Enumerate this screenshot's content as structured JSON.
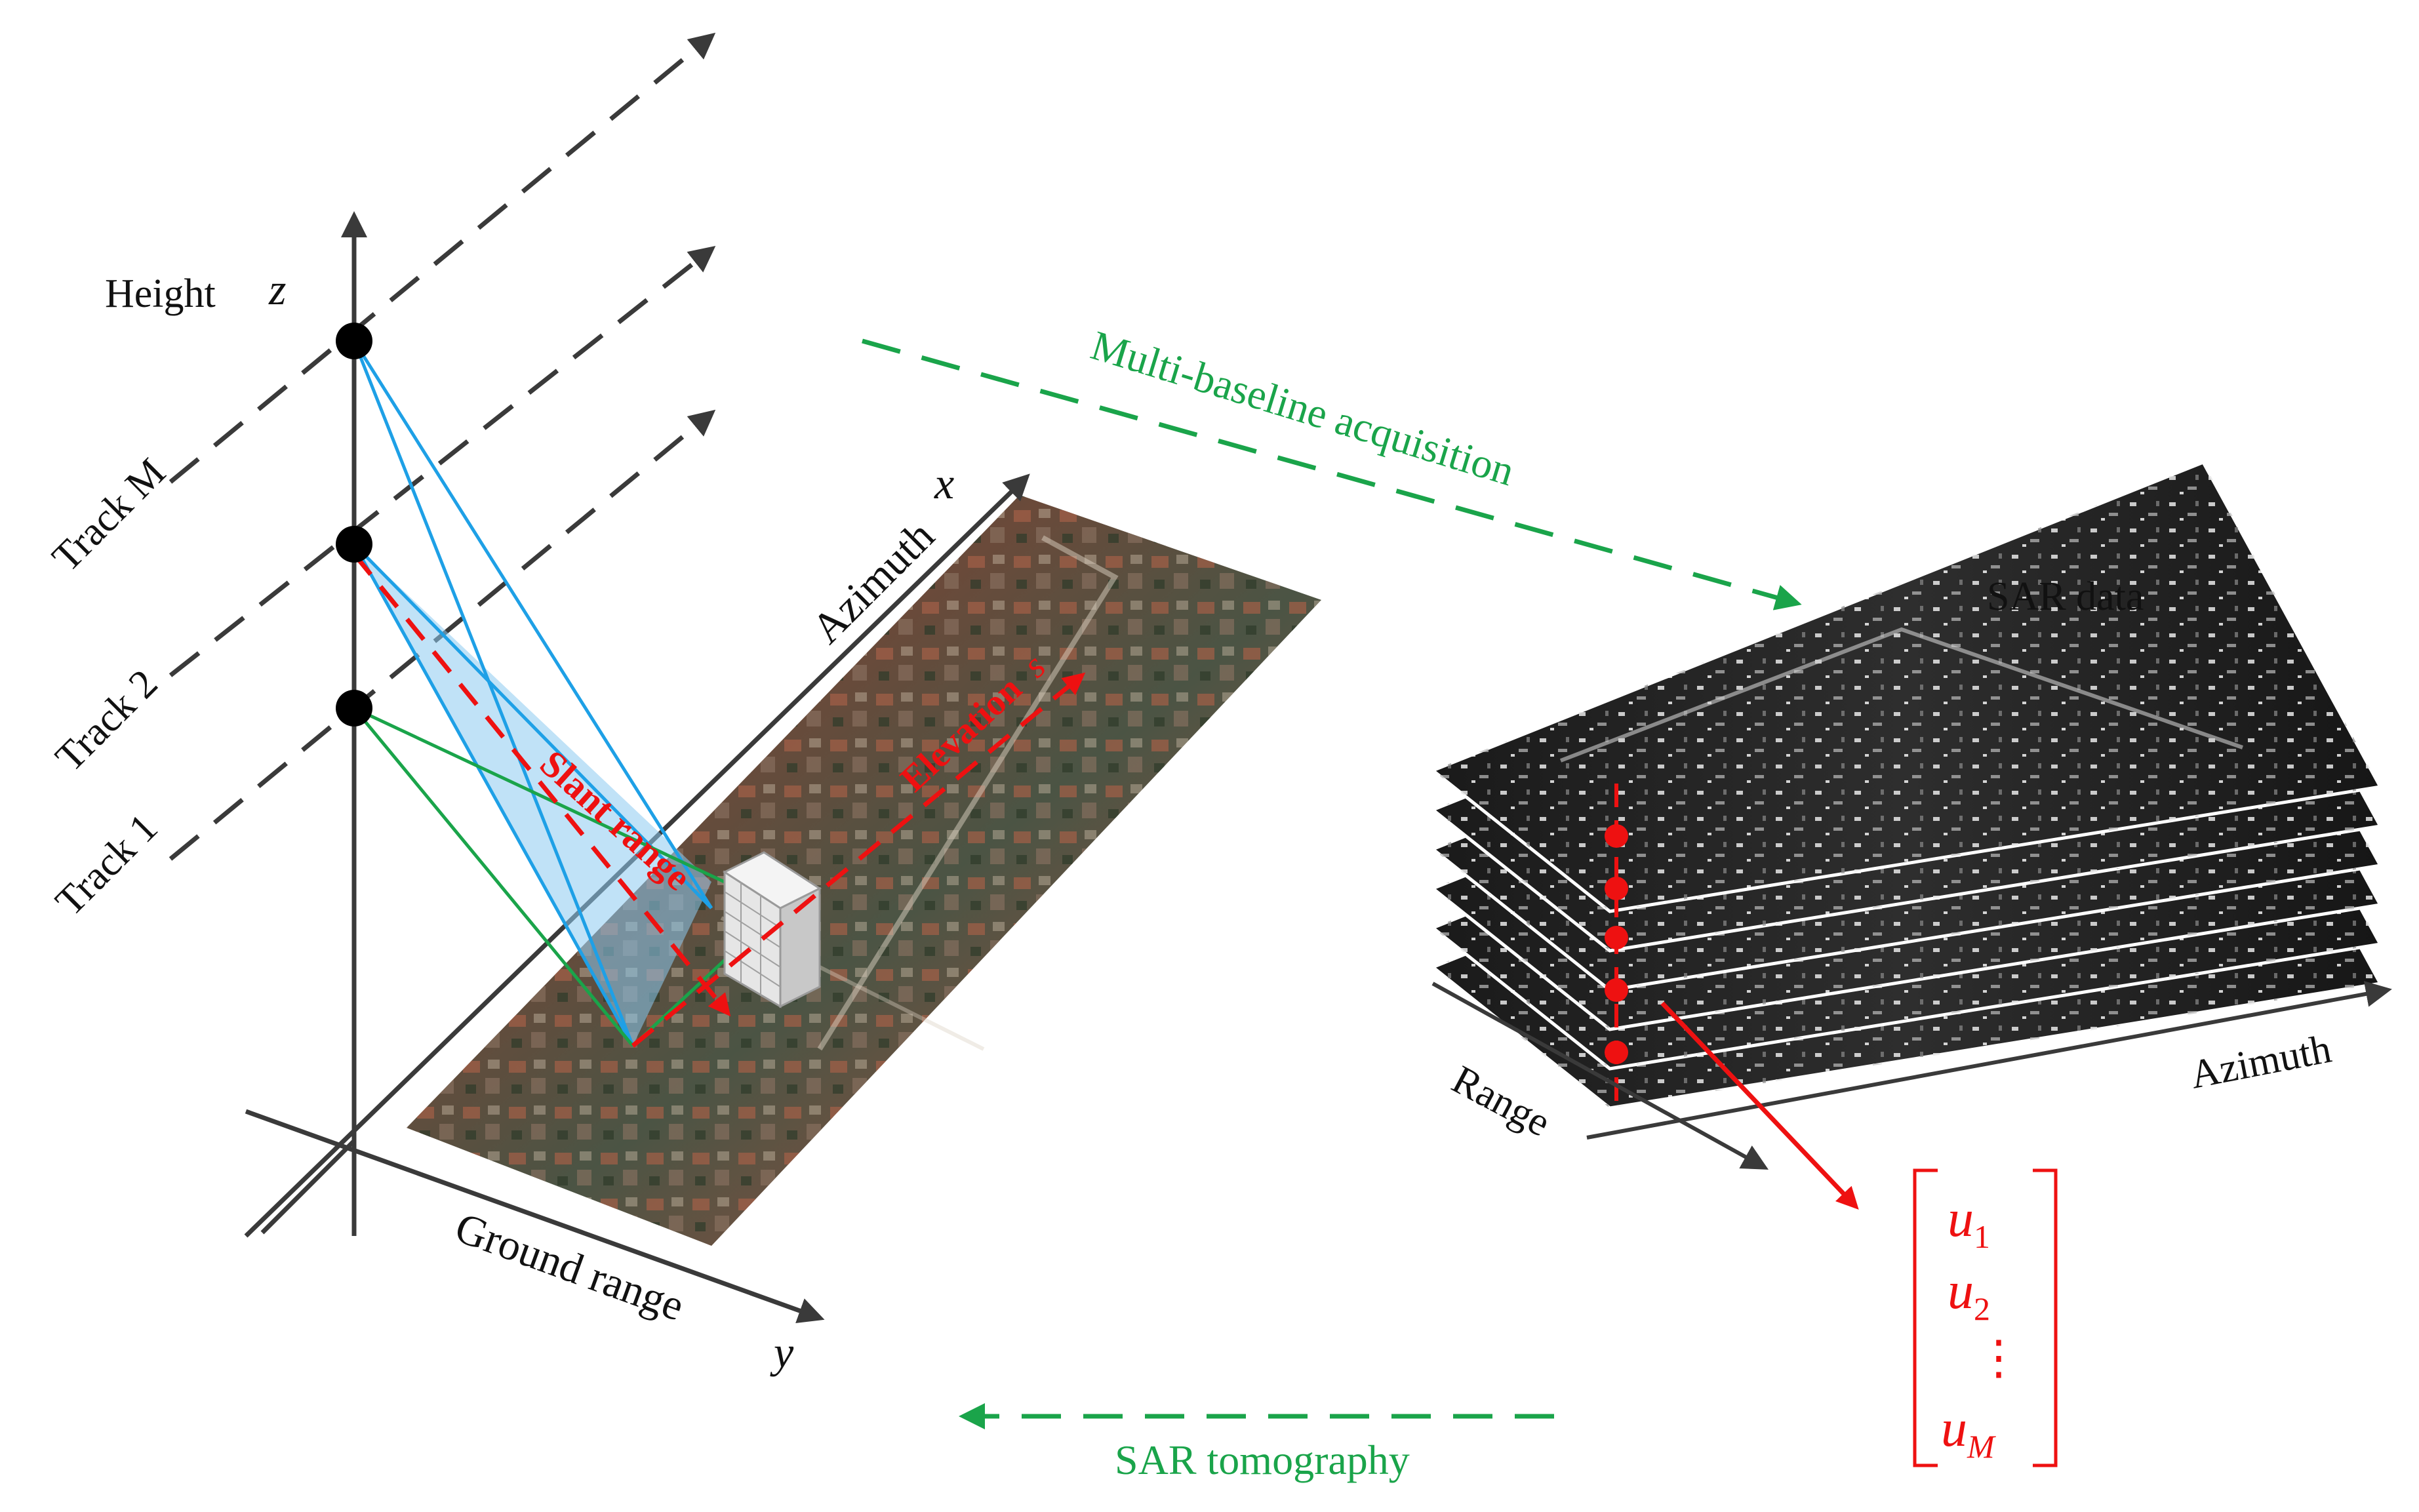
{
  "axes": {
    "height_label": "Height",
    "z_symbol": "z",
    "x_symbol": "x",
    "y_symbol": "y",
    "azimuth_label": "Azimuth",
    "ground_range_label": "Ground range"
  },
  "tracks": [
    "Track 1",
    "Track 2",
    "Track M"
  ],
  "geometry_labels": {
    "slant_range": "Slant range",
    "elevation": "Elevation",
    "elevation_symbol": "s"
  },
  "flow": {
    "multi_baseline": "Multi-baseline acquisition",
    "sar_tomography": "SAR tomography"
  },
  "sar_stack": {
    "title": "SAR data",
    "range_label": "Range",
    "azimuth_label": "Azimuth"
  },
  "vector": {
    "u": "u",
    "sub_1": "1",
    "sub_2": "2",
    "sub_m": "M",
    "dots": "⋮"
  },
  "colors": {
    "axis": "#3a3a3a",
    "red": "#ee1111",
    "green": "#1aa44a",
    "blue": "#1ea0e6",
    "cone": "#8ccbf0"
  }
}
